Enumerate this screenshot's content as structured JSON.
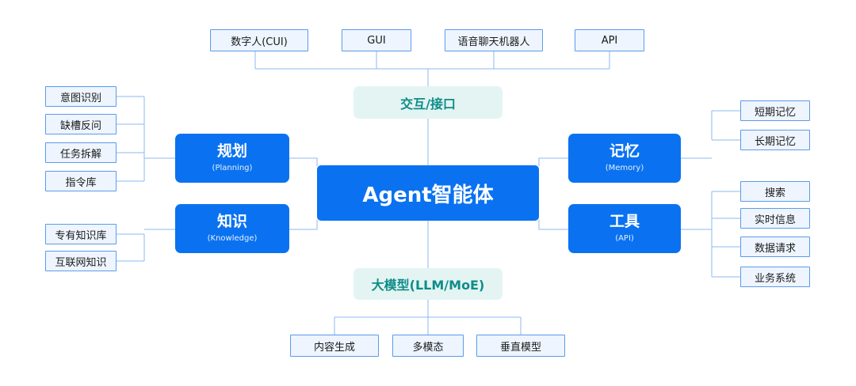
{
  "center": {
    "label": "Agent智能体"
  },
  "interaction": {
    "label": "交互/接口",
    "items": [
      "数字人(CUI)",
      "GUI",
      "语音聊天机器人",
      "API"
    ]
  },
  "model": {
    "label": "大模型(LLM/MoE)",
    "items": [
      "内容生成",
      "多模态",
      "垂直模型"
    ]
  },
  "planning": {
    "title": "规划",
    "subtitle": "(Planning)",
    "items": [
      "意图识别",
      "缺槽反问",
      "任务拆解",
      "指令库"
    ]
  },
  "knowledge": {
    "title": "知识",
    "subtitle": "(Knowledge)",
    "items": [
      "专有知识库",
      "互联网知识"
    ]
  },
  "memory": {
    "title": "记忆",
    "subtitle": "(Memory)",
    "items": [
      "短期记忆",
      "长期记忆"
    ]
  },
  "tools": {
    "title": "工具",
    "subtitle": "(API)",
    "items": [
      "搜索",
      "实时信息",
      "数据请求",
      "业务系统"
    ]
  },
  "colors": {
    "primary": "#0a72f0",
    "leaf_border": "#5b9bea",
    "leaf_fill": "#eef5ff",
    "teal_fill": "#e3f4f3",
    "teal_text": "#0e8d88",
    "line": "#8db8ef"
  }
}
